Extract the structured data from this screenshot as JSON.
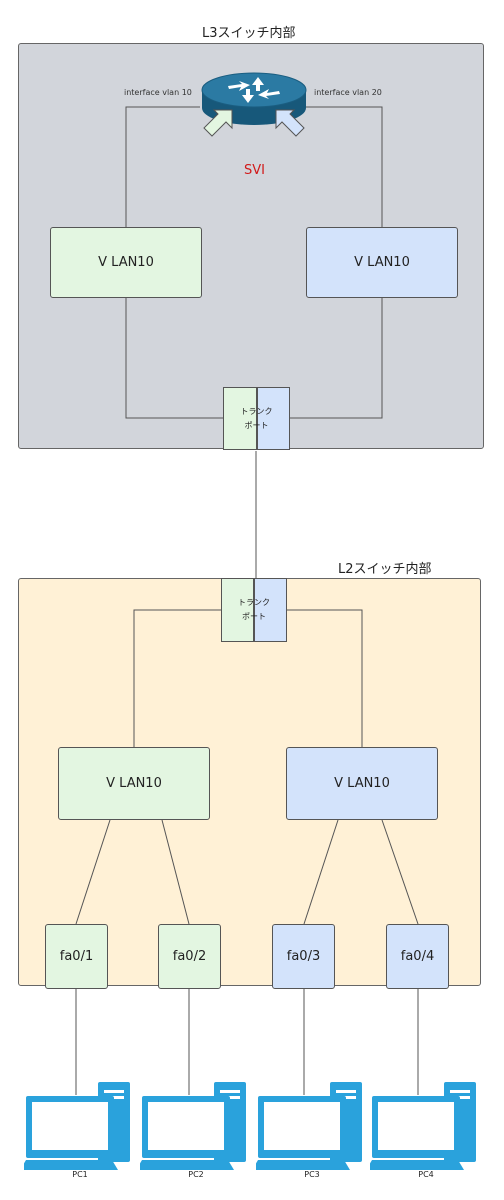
{
  "l3": {
    "title": "L3スイッチ内部",
    "iface_left": "interface vlan 10",
    "iface_right": "interface vlan 20",
    "svi": "SVI",
    "vlan_left": "V LAN10",
    "vlan_right": "V LAN10",
    "trunk": "トランク\nポート"
  },
  "l2": {
    "title": "L2スイッチ内部",
    "vlan_left": "V LAN10",
    "vlan_right": "V LAN10",
    "trunk": "トランク\nポート",
    "ports": [
      "fa0/1",
      "fa0/2",
      "fa0/3",
      "fa0/4"
    ]
  },
  "pcs": [
    "PC1",
    "PC2",
    "PC3",
    "PC4"
  ],
  "colors": {
    "vlan_green": "#e3f6e1",
    "vlan_blue": "#d3e3fb",
    "l3_bg": "#d2d5db",
    "l2_bg": "#fff1d6",
    "svi": "#d11a1a",
    "router": "#1f6a8e",
    "pc": "#2aa2dc"
  }
}
